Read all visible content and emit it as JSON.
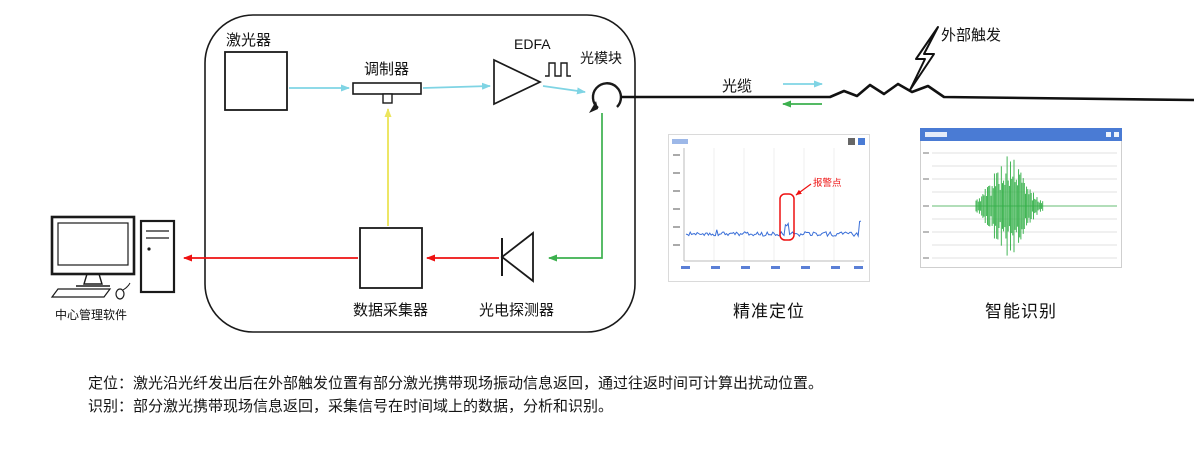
{
  "diagram": {
    "laser": "激光器",
    "modulator": "调制器",
    "edfa": "EDFA",
    "optical_module": "光模块",
    "daq": "数据采集器",
    "photodetector": "光电探测器",
    "computer": "中心管理软件",
    "cable": "光缆",
    "trigger": "外部触发"
  },
  "thumbnails": {
    "positioning": {
      "caption": "精准定位",
      "annotation": "报警点"
    },
    "recognition": {
      "caption": "智能识别"
    }
  },
  "notes": {
    "line1": "定位：激光沿光纤发出后在外部触发位置有部分激光携带现场振动信息返回，通过往返时间可计算出扰动位置。",
    "line2": "识别：部分激光携带现场信息返回，采集信号在时间域上的数据，分析和识别。"
  },
  "colors": {
    "forward_light_cyan": "#7fd4e4",
    "return_light_green": "#3cb04e",
    "electrical_red": "#ee1111",
    "drive_yellow": "#ece55e",
    "trace_blue": "#3a6fd8",
    "titlebar_blue": "#4a7bd4"
  }
}
